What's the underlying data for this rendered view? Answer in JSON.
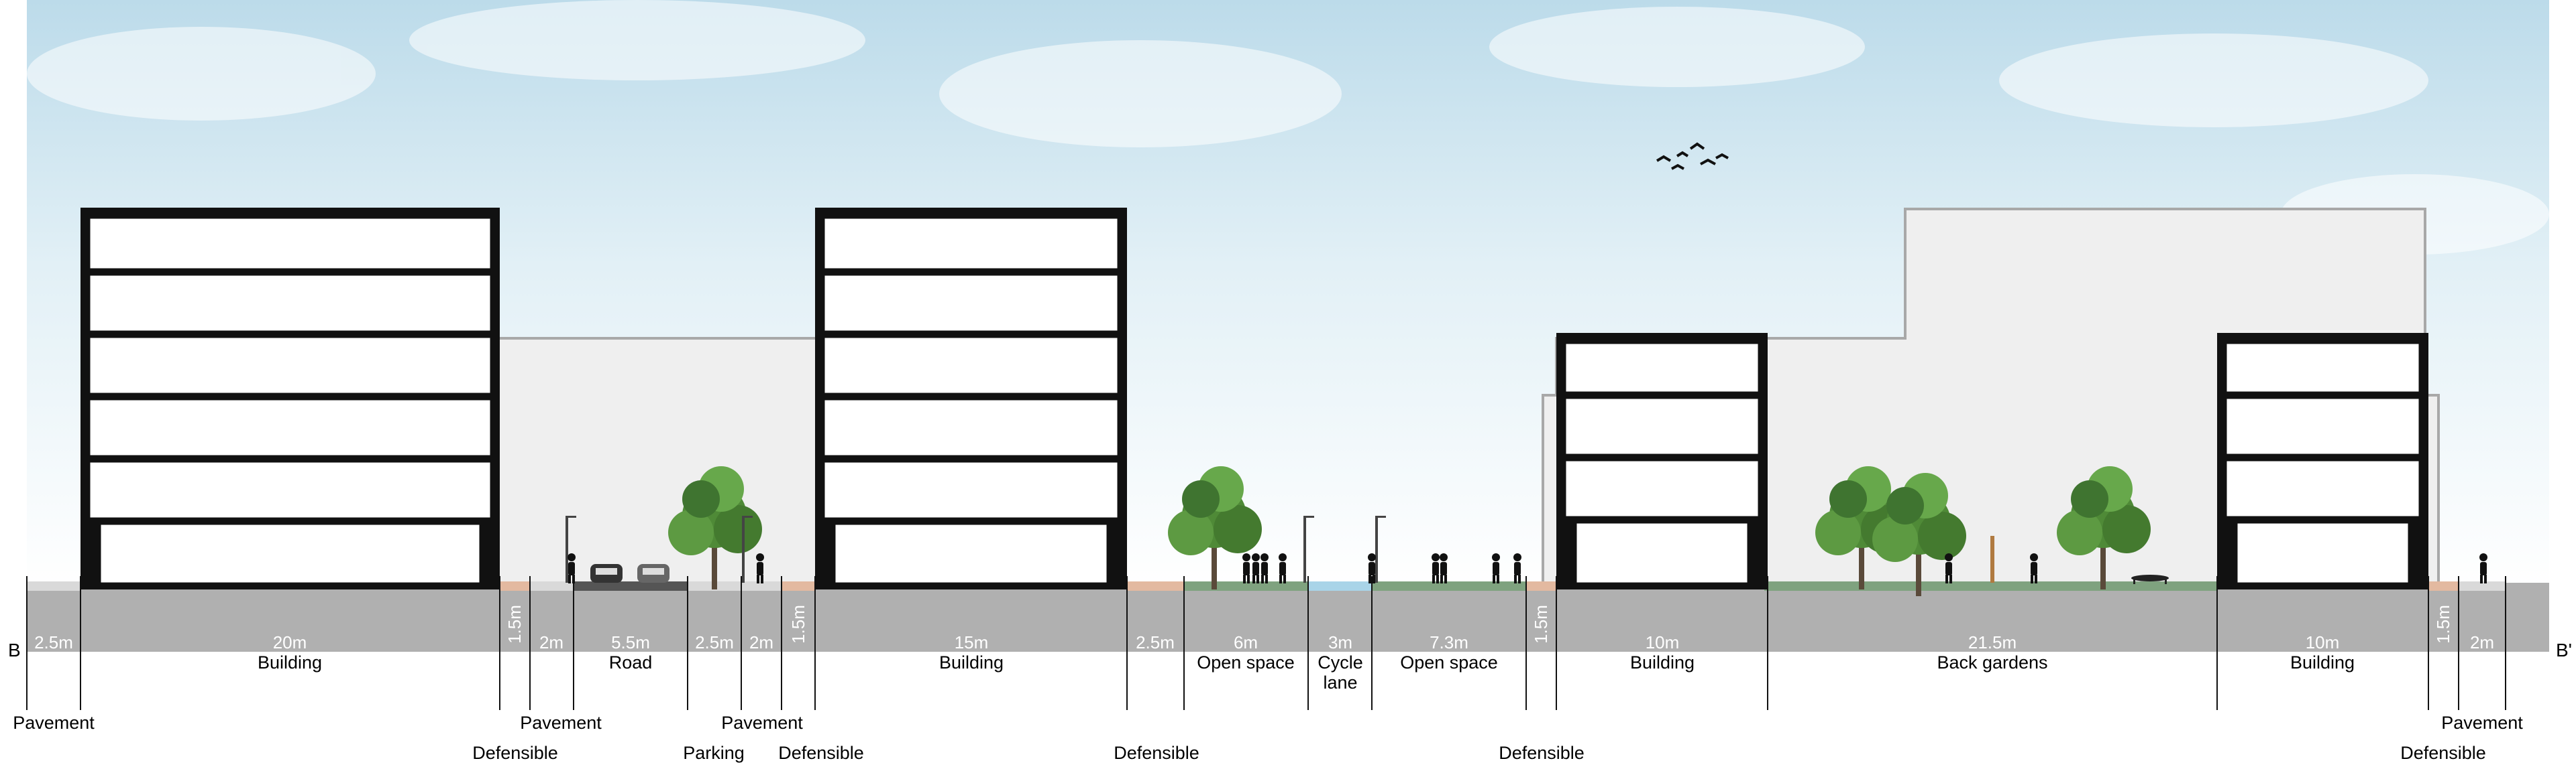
{
  "section_ends": {
    "left": "B",
    "right": "B'"
  },
  "segments": [
    {
      "dim": "2.5m",
      "name": ""
    },
    {
      "dim": "20m",
      "name": "Building"
    },
    {
      "dim": "1.5m",
      "name": ""
    },
    {
      "dim": "2m",
      "name": ""
    },
    {
      "dim": "5.5m",
      "name": "Road"
    },
    {
      "dim": "2.5m",
      "name": ""
    },
    {
      "dim": "2m",
      "name": ""
    },
    {
      "dim": "1.5m",
      "name": ""
    },
    {
      "dim": "15m",
      "name": "Building"
    },
    {
      "dim": "2.5m",
      "name": ""
    },
    {
      "dim": "6m",
      "name": "Open space"
    },
    {
      "dim": "3m",
      "name": "Cycle",
      "name2": "lane"
    },
    {
      "dim": "7.3m",
      "name": "Open space"
    },
    {
      "dim": "1.5m",
      "name": ""
    },
    {
      "dim": "10m",
      "name": "Building"
    },
    {
      "dim": "21.5m",
      "name": "Back gardens"
    },
    {
      "dim": "10m",
      "name": "Building"
    },
    {
      "dim": "1.5m",
      "name": ""
    },
    {
      "dim": "2m",
      "name": ""
    }
  ],
  "callouts": [
    "Pavement",
    "Pavement",
    "Pavement",
    "Pavement",
    "Defensible",
    "Parking",
    "Defensible",
    "Defensible",
    "Defensible",
    "Defensible"
  ],
  "colors": {
    "sky": "#cfe6f0",
    "ground_band": "#b0b0b0",
    "building_frame": "#111111",
    "background_massing": "#efefef",
    "green_surface": "#7fa27f",
    "defensible_space": "#e3b9a0",
    "cycle_lane": "#a9d4e8",
    "tree_foliage": "#4f8a37"
  },
  "icons": [
    "tree-icon",
    "car-icon",
    "person-icon",
    "bird-icon",
    "street-lamp-icon",
    "trampoline-icon"
  ]
}
